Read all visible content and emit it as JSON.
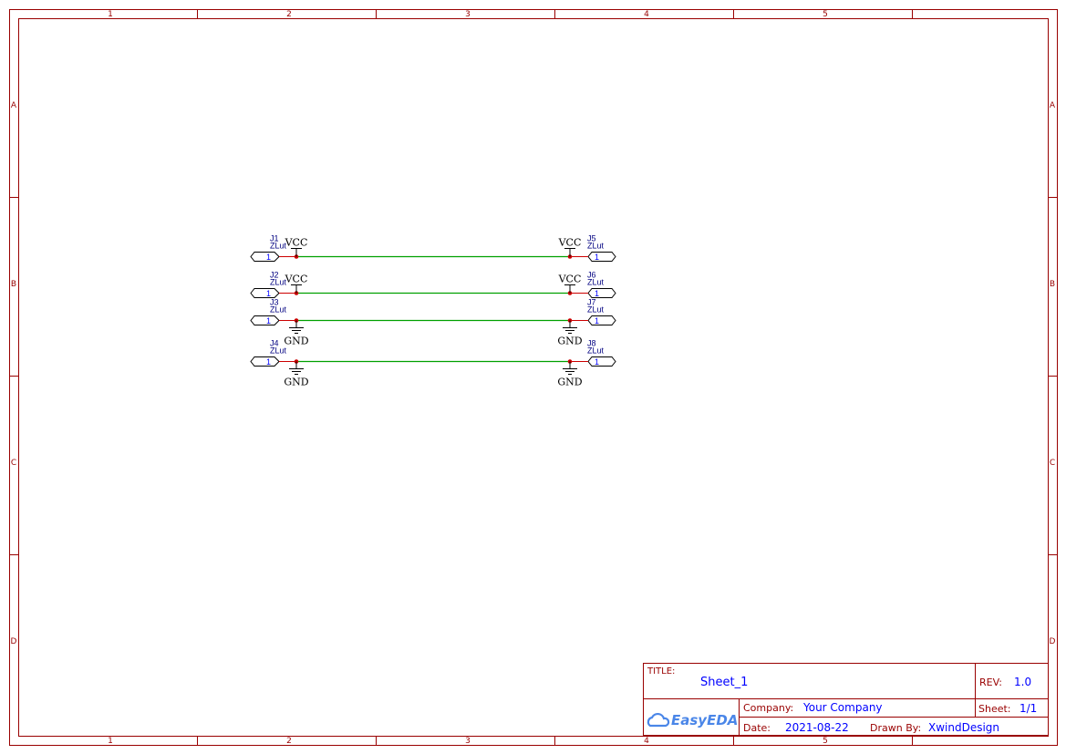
{
  "frame": {
    "columns": [
      "1",
      "2",
      "3",
      "4",
      "5"
    ],
    "rows": [
      "A",
      "B",
      "C",
      "D"
    ]
  },
  "title_block": {
    "title_label": "TITLE:",
    "title": "Sheet_1",
    "rev_label": "REV:",
    "rev": "1.0",
    "company_label": "Company:",
    "company": "Your Company",
    "sheet_label": "Sheet:",
    "sheet": "1/1",
    "date_label": "Date:",
    "date": "2021-08-22",
    "drawn_by_label": "Drawn By:",
    "drawn_by": "XwindDesign",
    "logo_text": "EasyEDA"
  },
  "colors": {
    "frame": "#990000",
    "wire": "#00a000",
    "pin": "#cc0000",
    "junction": "#cc0000",
    "ref": "#000080"
  },
  "nets": [
    {
      "left": {
        "ref": "J1",
        "value": "ZLut",
        "pin": "1"
      },
      "right": {
        "ref": "J5",
        "value": "ZLut",
        "pin": "1"
      },
      "power": "VCC",
      "type": "vcc"
    },
    {
      "left": {
        "ref": "J2",
        "value": "ZLut",
        "pin": "1"
      },
      "right": {
        "ref": "J6",
        "value": "ZLut",
        "pin": "1"
      },
      "power": "VCC",
      "type": "vcc"
    },
    {
      "left": {
        "ref": "J3",
        "value": "ZLut",
        "pin": "1"
      },
      "right": {
        "ref": "J7",
        "value": "ZLut",
        "pin": "1"
      },
      "power": "GND",
      "type": "gnd"
    },
    {
      "left": {
        "ref": "J4",
        "value": "ZLut",
        "pin": "1"
      },
      "right": {
        "ref": "J8",
        "value": "ZLut",
        "pin": "1"
      },
      "power": "GND",
      "type": "gnd"
    }
  ]
}
